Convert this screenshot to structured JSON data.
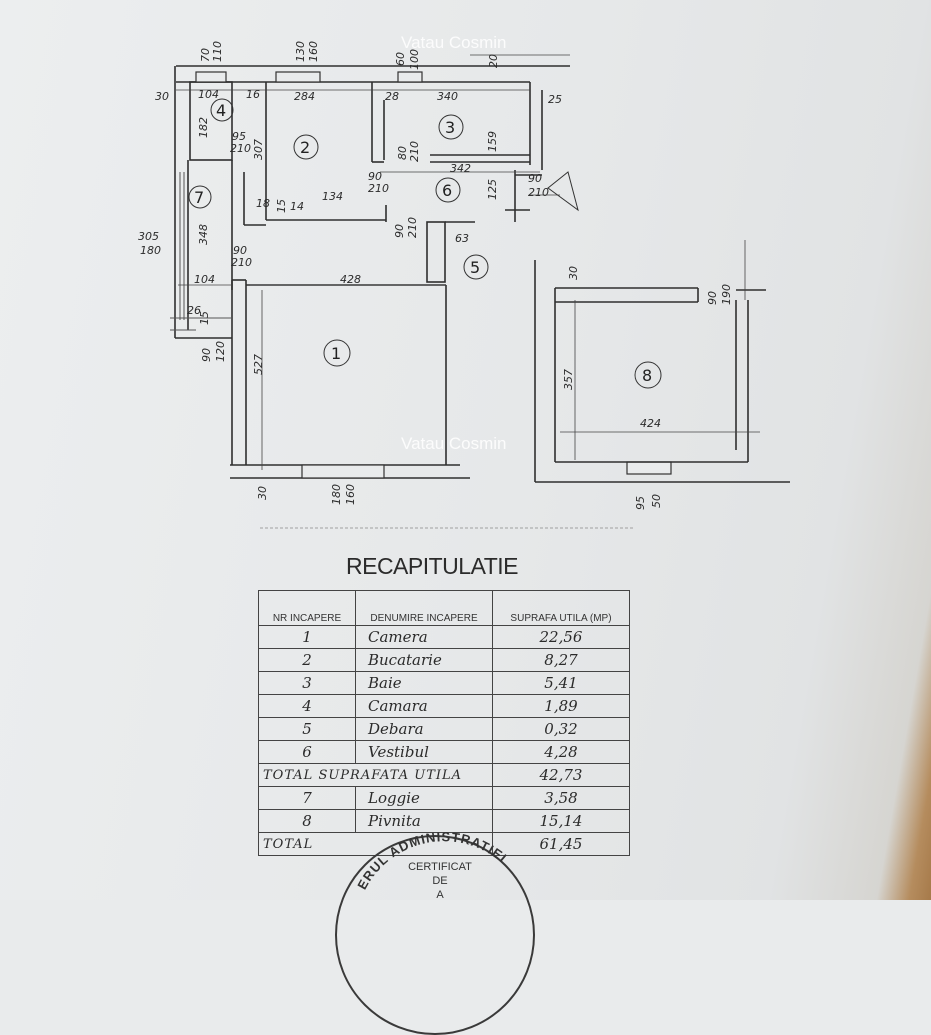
{
  "watermark": "Vatau Cosmin",
  "plan": {
    "rooms": [
      "1",
      "2",
      "3",
      "4",
      "5",
      "6",
      "7",
      "8"
    ],
    "dims": {
      "d70": "70",
      "d110": "110",
      "d130": "130",
      "d160": "160",
      "d60": "60",
      "d100": "100",
      "d20": "20",
      "d30": "30",
      "d104": "104",
      "d16": "16",
      "d284": "284",
      "d28": "28",
      "d340": "340",
      "d25": "25",
      "d182": "182",
      "d95": "95",
      "d210": "210",
      "d307": "307",
      "d80": "80",
      "d159": "159",
      "d342": "342",
      "d90": "90",
      "d125": "125",
      "d18": "18",
      "d15": "15",
      "d14": "14",
      "d134": "134",
      "d348": "348",
      "d305": "305",
      "d180": "180",
      "d63": "63",
      "d428": "428",
      "d26": "26",
      "d120": "120",
      "d527": "527",
      "d357": "357",
      "d424": "424",
      "d190": "190",
      "d50": "50"
    }
  },
  "recap": {
    "title": "RECAPITULATIE",
    "headers": [
      "NR INCAPERE",
      "DENUMIRE INCAPERE",
      "SUPRAFA UTILA (MP)"
    ],
    "rows": [
      {
        "nr": "1",
        "name": "Camera",
        "area": "22,56"
      },
      {
        "nr": "2",
        "name": "Bucatarie",
        "area": "8,27"
      },
      {
        "nr": "3",
        "name": "Baie",
        "area": "5,41"
      },
      {
        "nr": "4",
        "name": "Camara",
        "area": "1,89"
      },
      {
        "nr": "5",
        "name": "Debara",
        "area": "0,32"
      },
      {
        "nr": "6",
        "name": "Vestibul",
        "area": "4,28"
      }
    ],
    "total_util_label": "TOTAL SUPRAFATA UTILA",
    "total_util_value": "42,73",
    "extra_rows": [
      {
        "nr": "7",
        "name": "Loggie",
        "area": "3,58"
      },
      {
        "nr": "8",
        "name": "Pivnita",
        "area": "15,14"
      }
    ],
    "total_label": "TOTAL",
    "total_value": "61,45"
  },
  "stamp": {
    "ring_text": "ERUL ADMINISTRATIEI",
    "line1": "CERTIFICAT",
    "line2": "DE",
    "line3": "A"
  }
}
